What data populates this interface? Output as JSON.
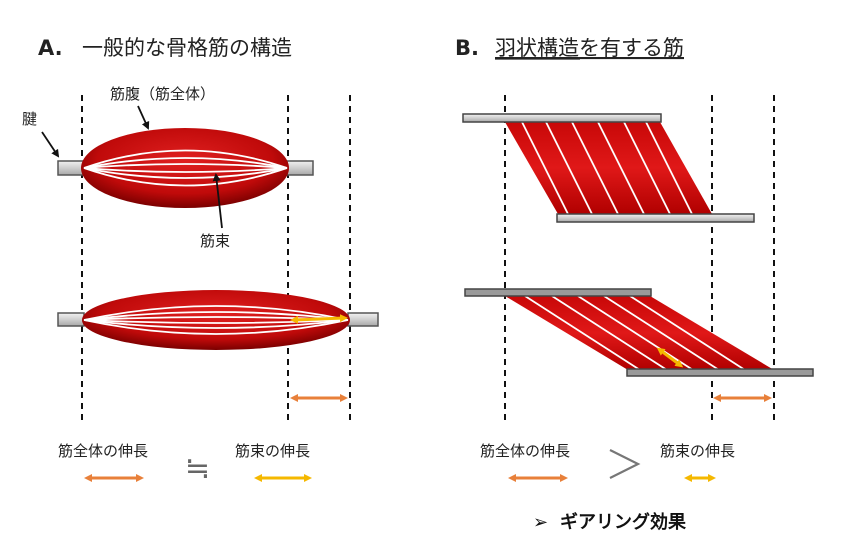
{
  "panel_a": {
    "letter": "A.",
    "title": "一般的な骨格筋の構造",
    "label_tendon": "腱",
    "label_belly": "筋腹（筋全体）",
    "label_fascicle": "筋束",
    "label_whole_elong": "筋全体の伸長",
    "relation_symbol": "≒",
    "label_fascicle_elong": "筋束の伸長"
  },
  "panel_b": {
    "letter": "B.",
    "title": "羽状構造を有する筋",
    "label_whole_elong": "筋全体の伸長",
    "relation_symbol": "＞",
    "label_fascicle_elong": "筋束の伸長"
  },
  "conclusion": {
    "marker": "➢",
    "text": "ギアリング効果"
  },
  "colors": {
    "muscle_red": "#d01010",
    "muscle_dark": "#8a0000",
    "tendon_gray": "#c8c8c8",
    "arrow_orange": "#e8803a",
    "arrow_yellow": "#f5b800"
  }
}
